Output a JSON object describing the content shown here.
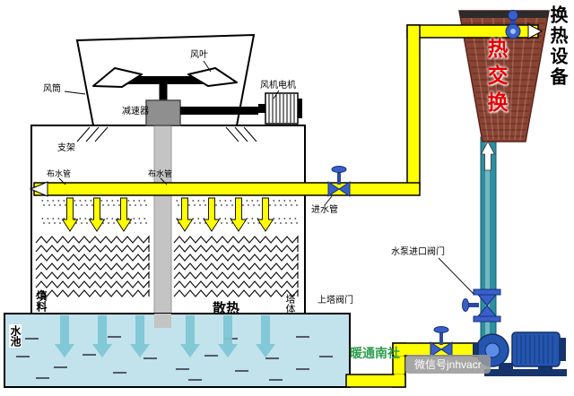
{
  "labels": {
    "fan_blade": "风叶",
    "air_duct": "风筒",
    "fan_motor": "风机电机",
    "reducer": "减速器",
    "support": "支架",
    "dist_pipe_1": "布水管",
    "dist_pipe_2": "布水管",
    "inlet_pipe": "进水管",
    "fill": "填料",
    "heat_dissipation": "散热",
    "tower_body": "塔体",
    "pool": "水池",
    "upper_tower_valve": "上塔阀门",
    "pump_inlet_valve": "水泵进口阀门",
    "hx_equipment": "换热设备",
    "hx_exchange": "热交换"
  },
  "watermark": {
    "name": "暖通南社",
    "wechat": "微信号jnhvacr"
  },
  "colors": {
    "hot_pipe": "#ffff00",
    "cold_pipe": "#2d8fa0",
    "exchanger_body": "#8a4434",
    "exchange_text": "#e60000",
    "pool_water": "#c2e2ec",
    "valve_blue": "#3a5fc8",
    "pump_blue": "#2456b0",
    "watermark_green": "#2e9e4f",
    "watermark_badge": "#9a9a9a"
  }
}
